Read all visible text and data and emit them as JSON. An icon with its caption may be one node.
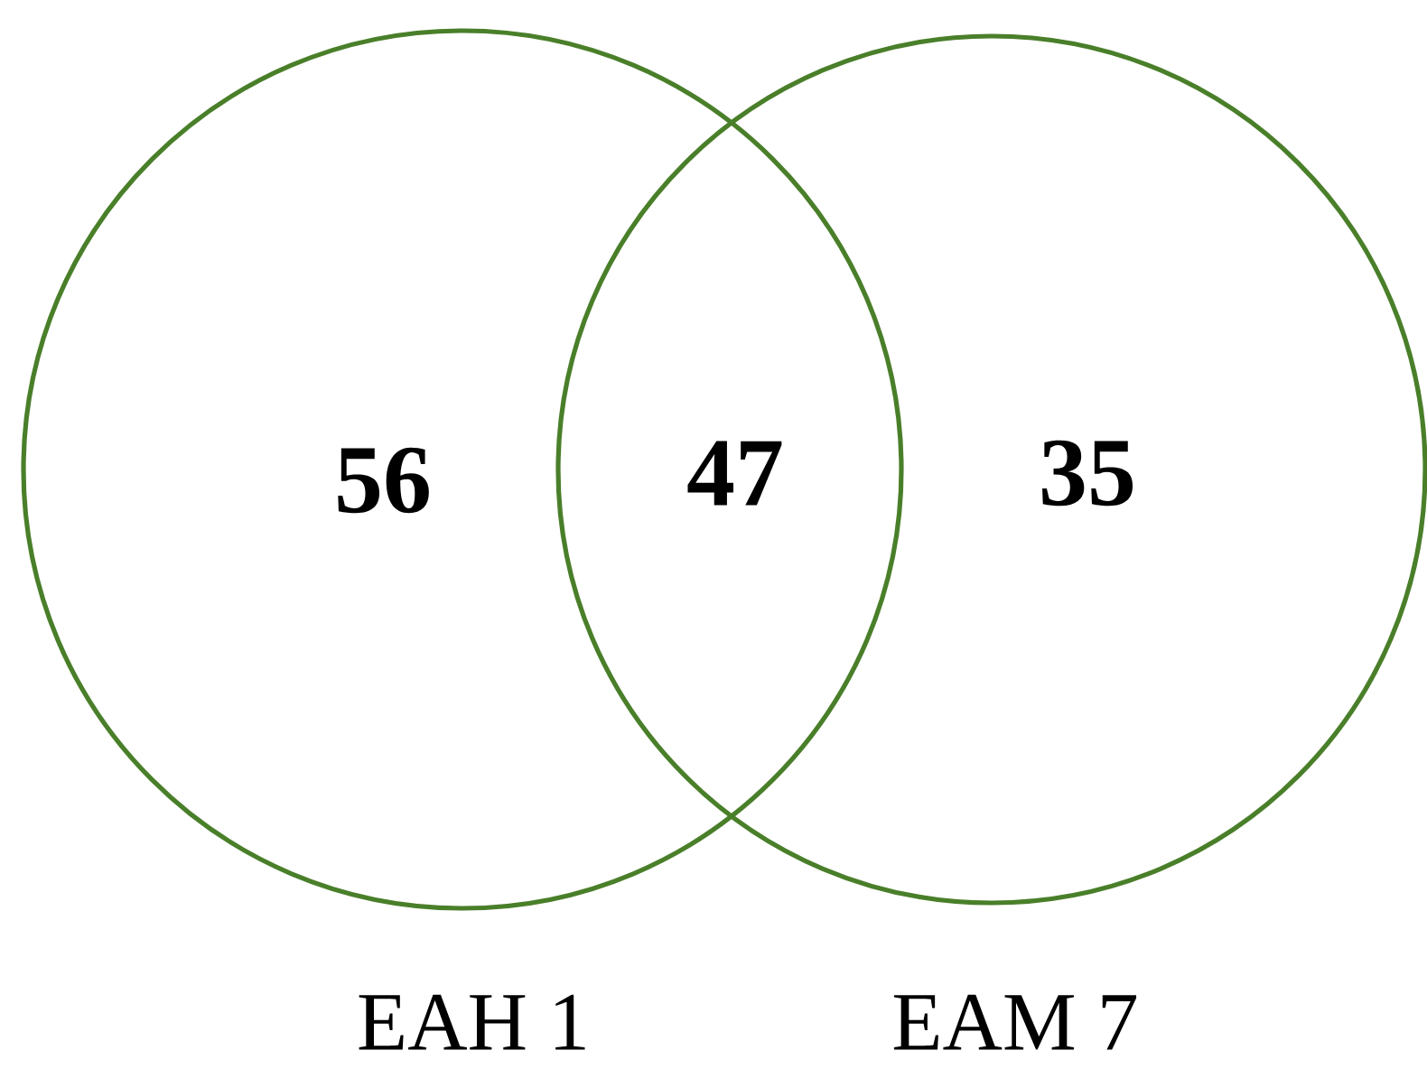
{
  "diagram": {
    "nodes": [
      {
        "text": [
          "56",
          "EAH 1"
        ]
      },
      {
        "text": [
          "35",
          "EAM 7"
        ]
      }
    ],
    "edges": [],
    "labels": [
      "47"
    ]
  }
}
